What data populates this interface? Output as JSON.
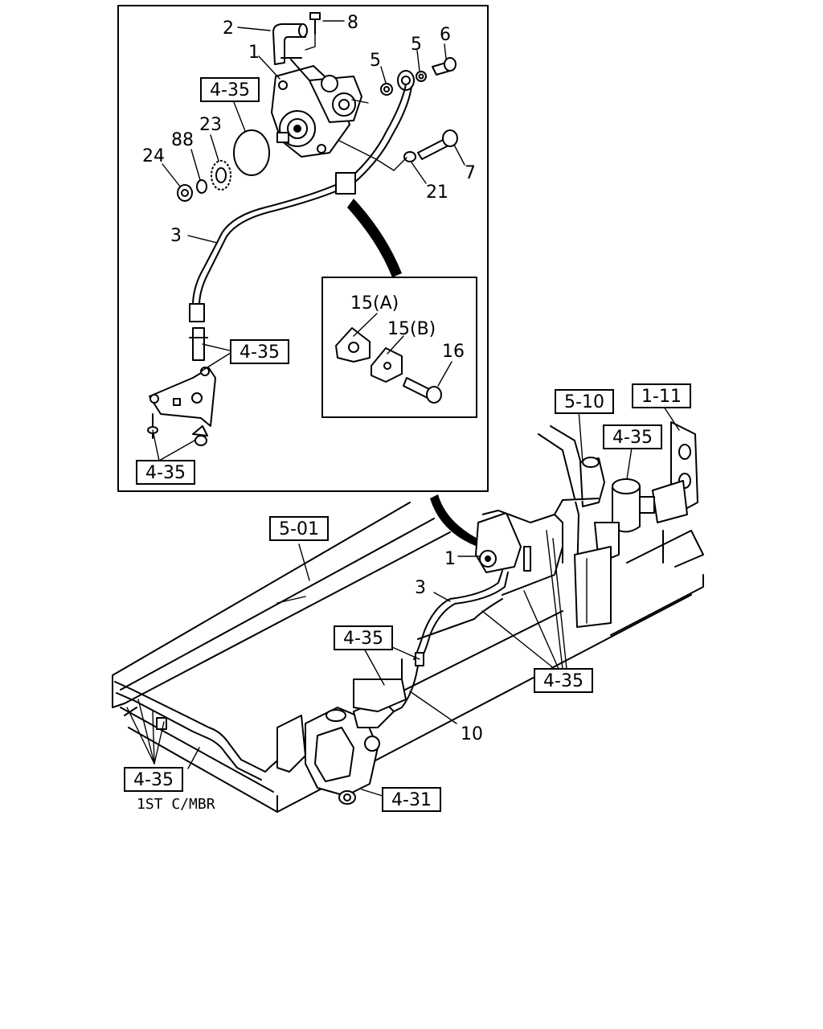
{
  "diagram": {
    "callouts": {
      "c1": "1",
      "c2": "2",
      "c3": "3",
      "c5a": "5",
      "c5b": "5",
      "c6": "6",
      "c7": "7",
      "c8": "8",
      "c21": "21",
      "c23": "23",
      "c24": "24",
      "c88": "88",
      "c15a": "15(A)",
      "c15b": "15(B)",
      "c16": "16",
      "m1": "1",
      "m3": "3",
      "m10": "10"
    },
    "refs": {
      "r435_inset_top": "4-35",
      "r435_inset_mid": "4-35",
      "r435_inset_bot": "4-35",
      "r510": "5-10",
      "r111": "1-11",
      "r435_tank": "4-35",
      "r501": "5-01",
      "r435_gear_upper": "4-35",
      "r435_right": "4-35",
      "r435_left": "4-35",
      "r431": "4-31"
    },
    "note": "1ST C/MBR"
  }
}
